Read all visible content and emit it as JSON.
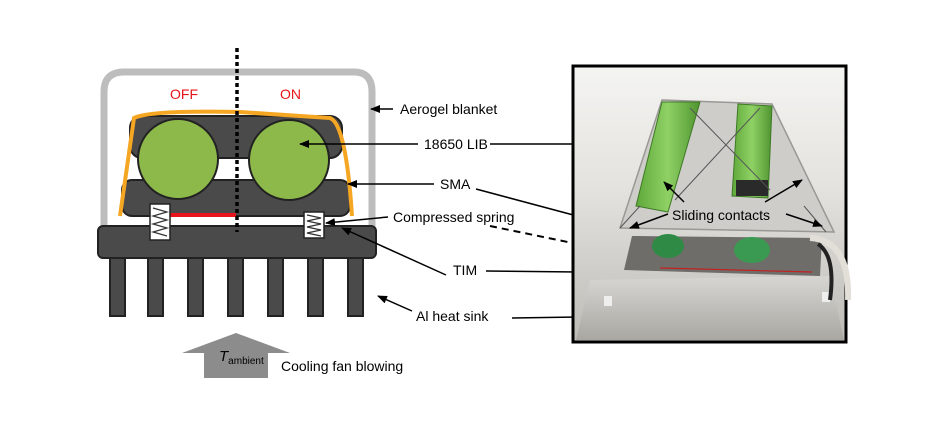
{
  "schematic": {
    "state_off": "OFF",
    "state_on": "ON",
    "labels": {
      "aerogel": "Aerogel blanket",
      "lib": "18650 LIB",
      "sma": "SMA",
      "spring": "Compressed spring",
      "tim": "TIM",
      "heatsink": "Al heat sink",
      "fan": "Cooling fan blowing"
    },
    "ambient_symbol": "T",
    "ambient_subscript": "ambient"
  },
  "photo": {
    "sliding_contacts_label": "Sliding contacts"
  },
  "colors": {
    "aerogel": "#bdbdbd",
    "sma": "#f5a623",
    "battery": "#8db84a",
    "metal_dark": "#4a4a4a",
    "tim": "#e8141b",
    "arrow_gray": "#8c8c8c"
  }
}
